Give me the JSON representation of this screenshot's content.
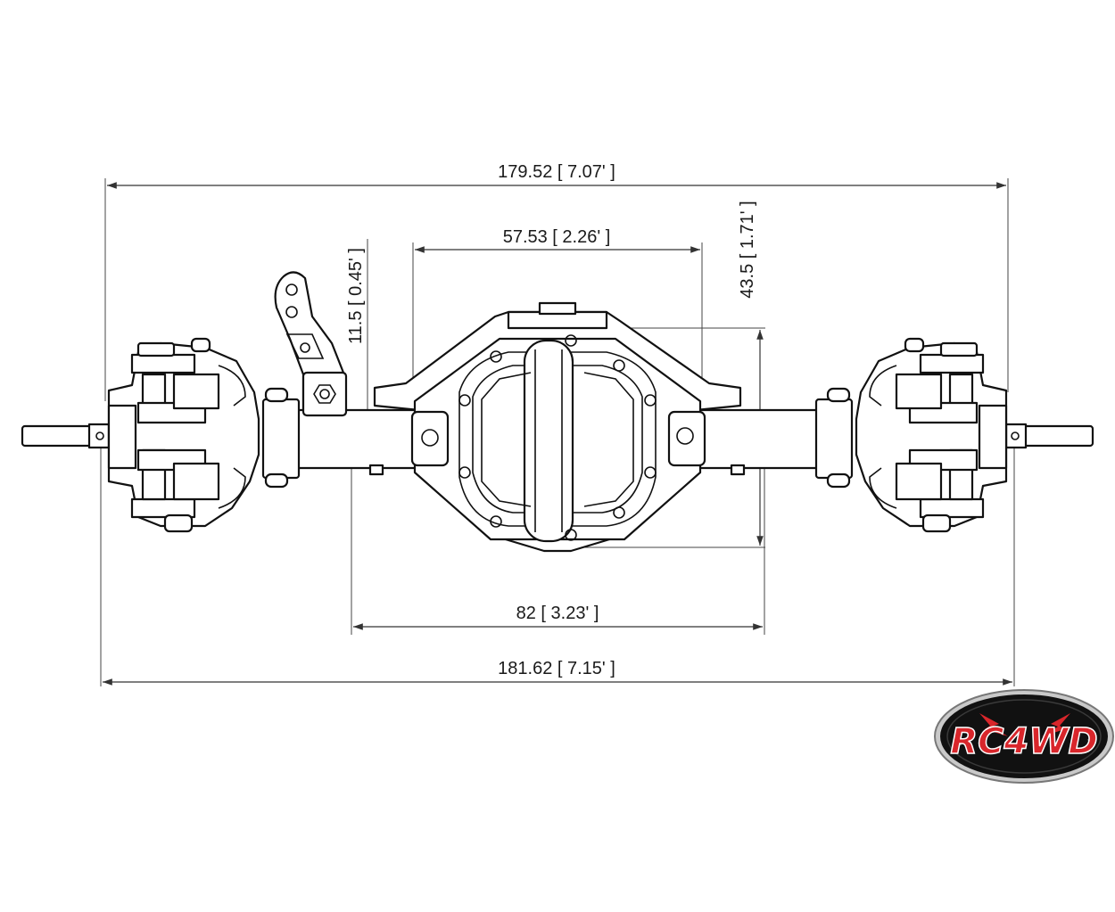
{
  "dimensions": {
    "overall_top": "179.52  [ 7.07' ]",
    "housing_width": "57.53  [ 2.26' ]",
    "height": "43.5  [ 1.71' ]",
    "tube_offset": "11.5  [ 0.45' ]",
    "lower_span": "82  [ 3.23' ]",
    "overall_bottom": "181.62  [ 7.15' ]"
  },
  "logo": {
    "text": "RC4WD"
  },
  "colors": {
    "logo_red": "#d9262b",
    "logo_dark": "#111111",
    "logo_silver": "#c9c9c9"
  }
}
